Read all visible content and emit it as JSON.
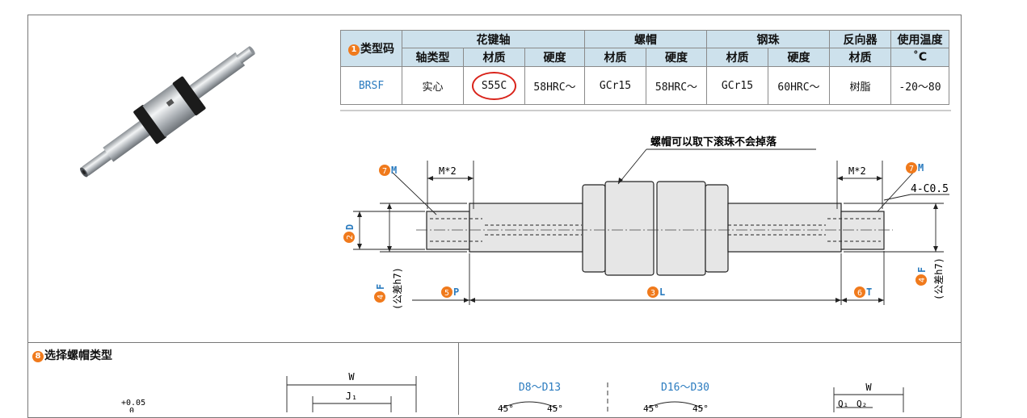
{
  "spec_table": {
    "header_type_code": "类型码",
    "header_type_code_num": "1",
    "groups": [
      "花键轴",
      "螺帽",
      "钢珠",
      "反向器",
      "使用温度"
    ],
    "temp_unit": "˚C",
    "subheaders": [
      "轴类型",
      "材质",
      "硬度",
      "材质",
      "硬度",
      "材质",
      "硬度",
      "材质"
    ],
    "row": [
      "BRSF",
      "实心",
      "S55C",
      "58HRC～",
      "GCr15",
      "58HRC～",
      "GCr15",
      "60HRC～",
      "树脂",
      "-20～80"
    ]
  },
  "drawing": {
    "note": "螺帽可以取下滚珠不会掉落",
    "m_times_2_left": "M*2",
    "m_times_2_right": "M*2",
    "chamfer": "4-C0.5",
    "labels": {
      "m_left": "M",
      "m_right": "M",
      "d": "D",
      "f_left": "F",
      "f_right": "F",
      "p": "P",
      "l": "L",
      "t": "T"
    },
    "nums": {
      "m": "7",
      "d": "2",
      "f": "4",
      "p": "5",
      "l": "3",
      "t": "6"
    },
    "tolerance": "(公差h7)"
  },
  "section8": {
    "num": "8",
    "title": "选择螺帽类型",
    "w": "W",
    "j1": "J₁",
    "tol_plus": "+0.05",
    "tol_zero": "0",
    "range_small": "D8～D13",
    "range_large": "D16～D30",
    "angle": "45°",
    "w2": "W",
    "q1": "Q₁",
    "q2": "Q₂"
  },
  "colors": {
    "accent_blue": "#2a7bbf",
    "badge_orange": "#f07a1c",
    "highlight_red": "#d9241b",
    "header_bg": "#cde1ec"
  }
}
